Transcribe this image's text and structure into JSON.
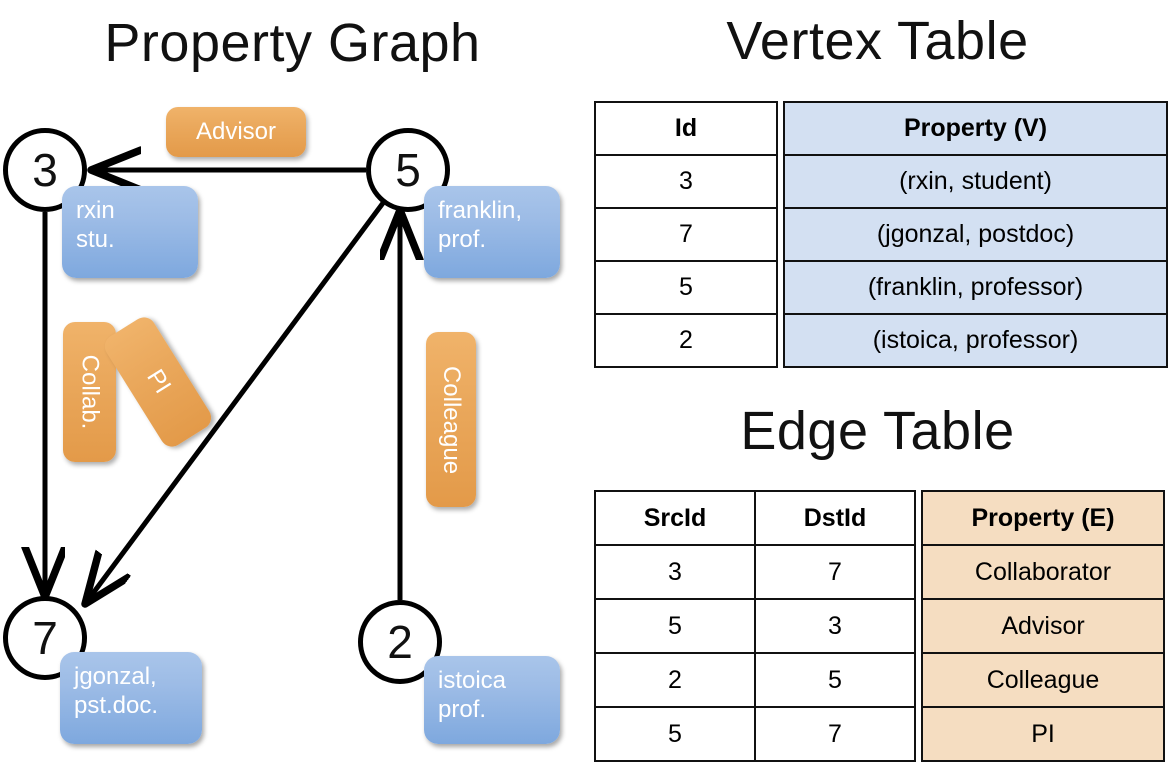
{
  "titles": {
    "property_graph": "Property Graph",
    "vertex_table": "Vertex Table",
    "edge_table": "Edge Table"
  },
  "colors": {
    "vertex_property_fill": "#d3e0f2",
    "edge_property_fill": "#f5ddc1",
    "node_box_blue": "#9dbce6",
    "edge_label_orange": "#eaa85c",
    "stroke": "#111111",
    "background": "#ffffff"
  },
  "graph": {
    "nodes": [
      {
        "id": "3",
        "name": "node-3",
        "property_line1": "rxin",
        "property_line2": "stu."
      },
      {
        "id": "5",
        "name": "node-5",
        "property_line1": "franklin,",
        "property_line2": "prof."
      },
      {
        "id": "7",
        "name": "node-7",
        "property_line1": "jgonzal,",
        "property_line2": "pst.doc."
      },
      {
        "id": "2",
        "name": "node-2",
        "property_line1": "istoica",
        "property_line2": "prof."
      }
    ],
    "edge_labels": [
      {
        "name": "advisor",
        "label": "Advisor",
        "orientation": "horizontal"
      },
      {
        "name": "collab",
        "label": "Collab.",
        "orientation": "vertical"
      },
      {
        "name": "pi",
        "label": "PI",
        "orientation": "diagonal"
      },
      {
        "name": "colleague",
        "label": "Colleague",
        "orientation": "vertical"
      }
    ],
    "edges": [
      {
        "from": "3",
        "to": "7",
        "label": "Collab."
      },
      {
        "from": "5",
        "to": "3",
        "label": "Advisor"
      },
      {
        "from": "5",
        "to": "7",
        "label": "PI"
      },
      {
        "from": "2",
        "to": "5",
        "label": "Colleague"
      }
    ]
  },
  "vertex_table": {
    "headers": {
      "id": "Id",
      "property": "Property (V)"
    },
    "rows": [
      {
        "id": "3",
        "property": "(rxin, student)"
      },
      {
        "id": "7",
        "property": "(jgonzal, postdoc)"
      },
      {
        "id": "5",
        "property": "(franklin, professor)"
      },
      {
        "id": "2",
        "property": "(istoica, professor)"
      }
    ]
  },
  "edge_table": {
    "headers": {
      "src": "SrcId",
      "dst": "DstId",
      "property": "Property (E)"
    },
    "rows": [
      {
        "src": "3",
        "dst": "7",
        "property": "Collaborator"
      },
      {
        "src": "5",
        "dst": "3",
        "property": "Advisor"
      },
      {
        "src": "2",
        "dst": "5",
        "property": "Colleague"
      },
      {
        "src": "5",
        "dst": "7",
        "property": "PI"
      }
    ]
  }
}
